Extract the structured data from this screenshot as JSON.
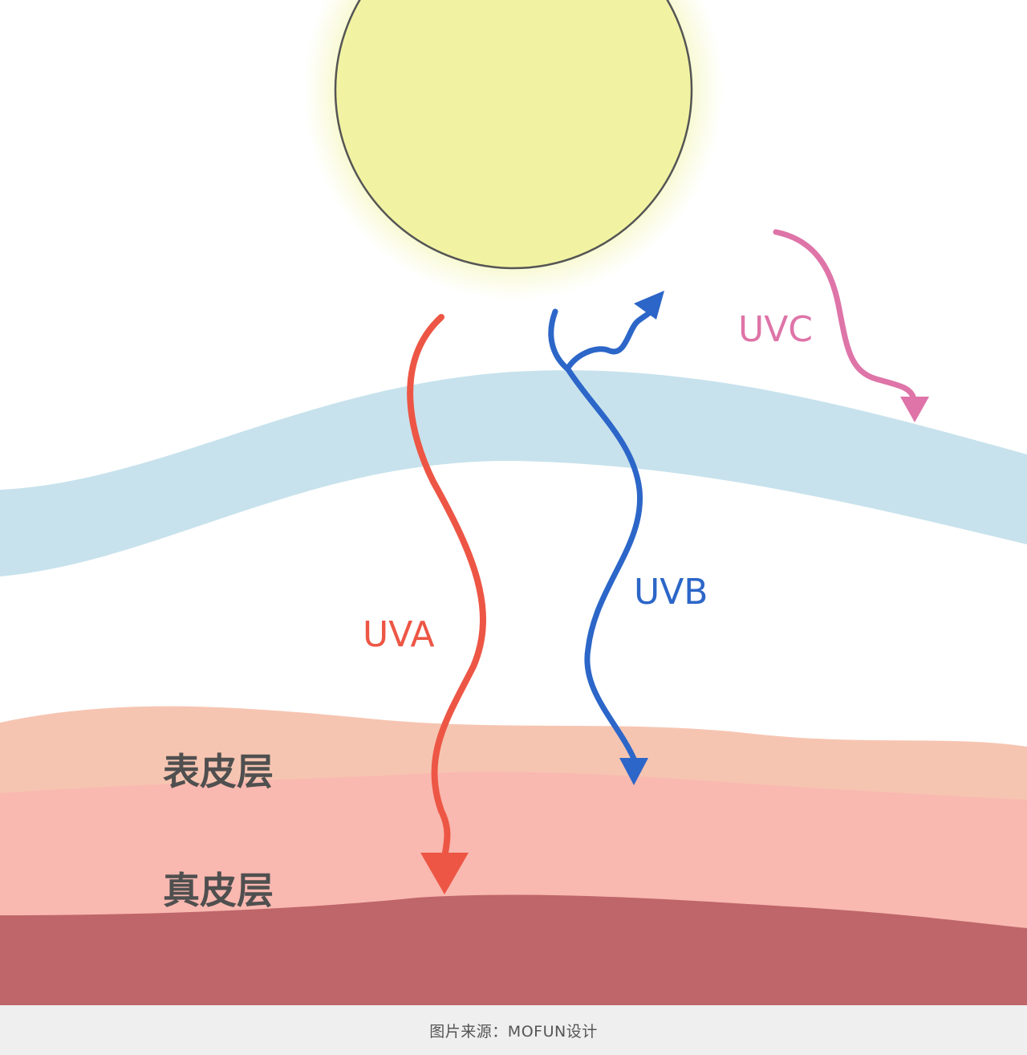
{
  "rays": {
    "uva": {
      "label": "UVA",
      "color": "#ed5645"
    },
    "uvb": {
      "label": "UVB",
      "color": "#2c66c8"
    },
    "uvc": {
      "label": "UVC",
      "color": "#de74a8"
    }
  },
  "layers": {
    "epidermis": {
      "label": "表皮层",
      "color": "#f6c5b1"
    },
    "dermis": {
      "label": "真皮层",
      "color": "#f9b8b0"
    },
    "subcutis": {
      "color": "#bf666a"
    }
  },
  "sun": {
    "fill": "#f1f3a3",
    "stroke": "#555555"
  },
  "ozone_band": {
    "color": "#c7e2ec"
  },
  "footer": {
    "source": "图片来源：MOFUN设计"
  }
}
